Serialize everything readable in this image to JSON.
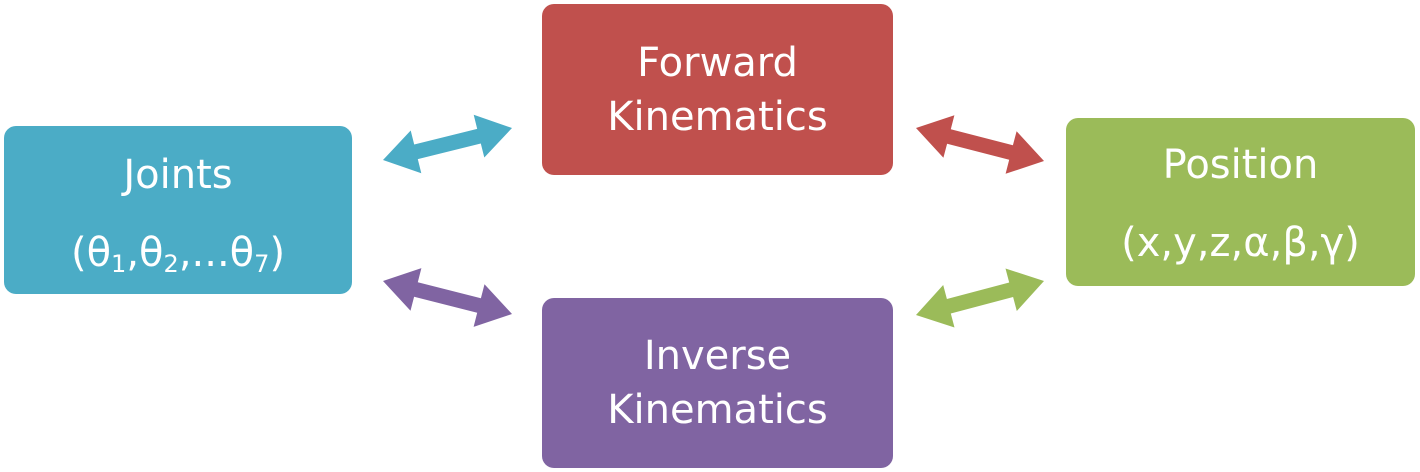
{
  "colors": {
    "joints": "#4BACC6",
    "forward": "#C0504D",
    "inverse": "#8064A2",
    "position": "#9BBB59"
  },
  "nodes": {
    "joints": {
      "line1": "Joints",
      "theta": "θ",
      "sub1": "1",
      "sub2": "2",
      "sub7": "7"
    },
    "forward": {
      "line1": "Forward",
      "line2": "Kinematics"
    },
    "inverse": {
      "line1": "Inverse",
      "line2": "Kinematics"
    },
    "position": {
      "line1": "Position",
      "line2": "(x,y,z,α,β,γ)"
    }
  }
}
